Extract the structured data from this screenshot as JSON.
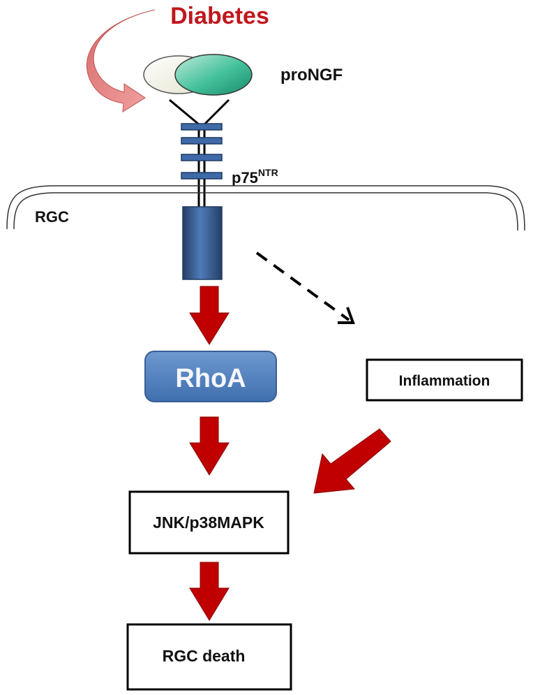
{
  "title": "Diabetes",
  "ligand": "proNGF",
  "receptor": {
    "name": "p75",
    "superscript": "NTR"
  },
  "cell": "RGC",
  "nodes": {
    "rhoa": "RhoA",
    "inflammation": "Inflammation",
    "jnk": "JNK/p38MAPK",
    "death": "RGC death"
  },
  "colors": {
    "title": "#c0171d",
    "arrow_red": "#c00000",
    "rhoa_fill": "#4f7fbf",
    "receptor_blue": "#3f6aa8",
    "receptor_dark": "#1f3b63",
    "ellipse_grey": "#eeeede",
    "ellipse_teal": "#3fbf99",
    "curved_arrow": "#e58585"
  }
}
